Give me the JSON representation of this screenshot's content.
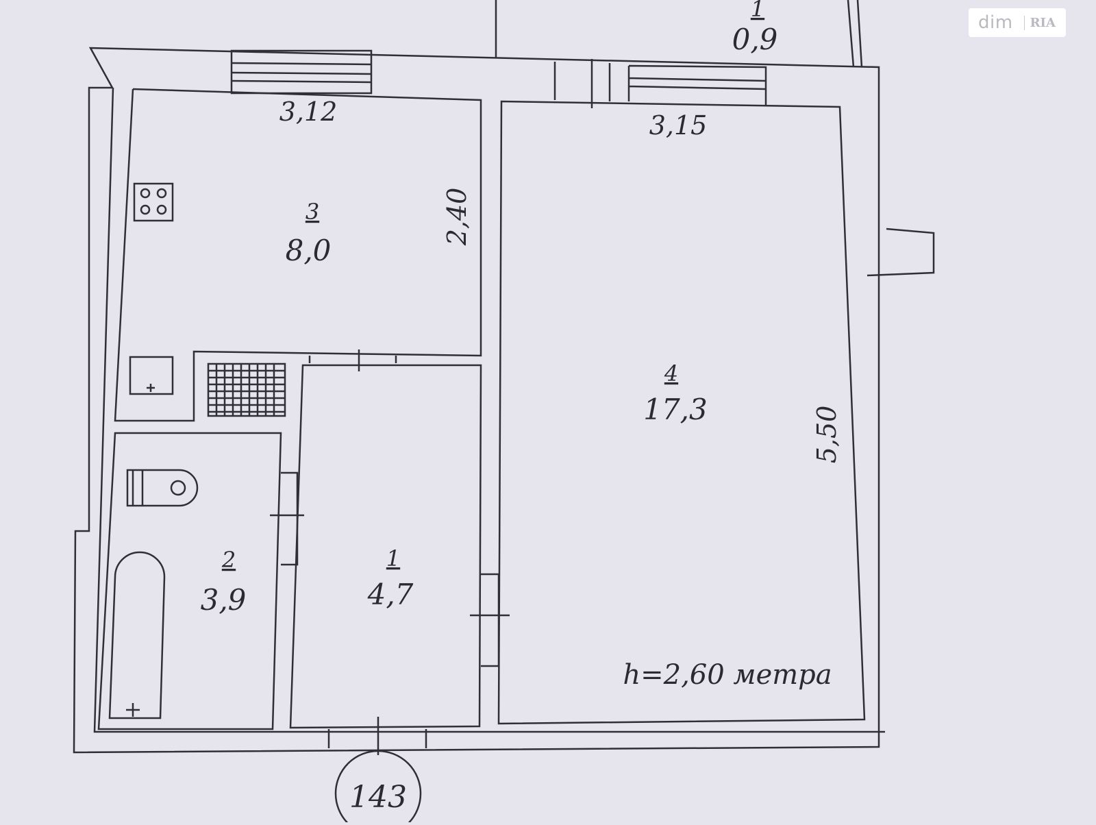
{
  "plan": {
    "rooms": [
      {
        "id": "balcony",
        "number": "1",
        "area": "0,9"
      },
      {
        "id": "kitchen",
        "number": "3",
        "area": "8,0"
      },
      {
        "id": "living",
        "number": "4",
        "area": "17,3"
      },
      {
        "id": "bathroom",
        "number": "2",
        "area": "3,9"
      },
      {
        "id": "hall",
        "number": "1",
        "area": "4,7"
      }
    ],
    "dimensions": {
      "kitchen_width": "3,12",
      "kitchen_length": "2,40",
      "living_width": "3,15",
      "living_length": "5,50"
    },
    "ceiling_height": "h=2,60 метра",
    "apartment_number": "143"
  },
  "watermark": {
    "word": "dim",
    "badge": "RIA"
  },
  "colors": {
    "paper": "#e6e4ec",
    "ink": "#2a2a30"
  }
}
